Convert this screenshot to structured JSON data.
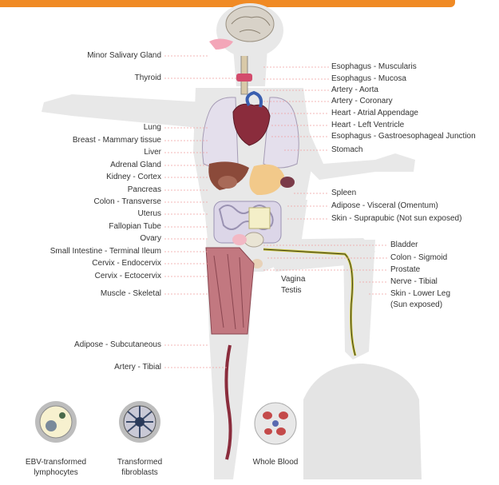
{
  "left_labels": [
    "Minor Salivary Gland",
    "Thyroid",
    "Lung",
    "Breast - Mammary tissue",
    "Liver",
    "Adrenal Gland",
    "Kidney - Cortex",
    "Pancreas",
    "Colon - Transverse",
    "Uterus",
    "Fallopian Tube",
    "Ovary",
    "Small Intestine - Terminal Ileum",
    "Cervix - Endocervix",
    "Cervix - Ectocervix",
    "Muscle - Skeletal",
    "Adipose - Subcutaneous",
    "Artery - Tibial"
  ],
  "right_labels": [
    "Esophagus - Muscularis",
    "Esophagus - Mucosa",
    "Artery - Aorta",
    "Artery - Coronary",
    "Heart - Atrial Appendage",
    "Heart - Left Ventricle",
    "Esophagus - Gastroesophageal Junction",
    "Stomach",
    "Spleen",
    "Adipose - Visceral (Omentum)",
    "Skin - Suprapubic (Not sun exposed)",
    "Bladder",
    "Colon - Sigmoid",
    "Prostate",
    "Nerve - Tibial",
    "Skin - Lower Leg",
    "(Sun exposed)"
  ],
  "center_labels": [
    "Vagina",
    "Testis"
  ],
  "cell_captions": [
    [
      "EBV-transformed",
      "lymphocytes"
    ],
    [
      "Transformed",
      "fibroblasts"
    ],
    [
      "Whole Blood"
    ]
  ],
  "colors": {
    "accent_bar": "#f08a24",
    "body": "#e6e6e6",
    "organ_red": "#9b3a4a",
    "lung": "#e2dbe8",
    "muscle": "#c97a82",
    "nerve": "#c8c23a"
  }
}
